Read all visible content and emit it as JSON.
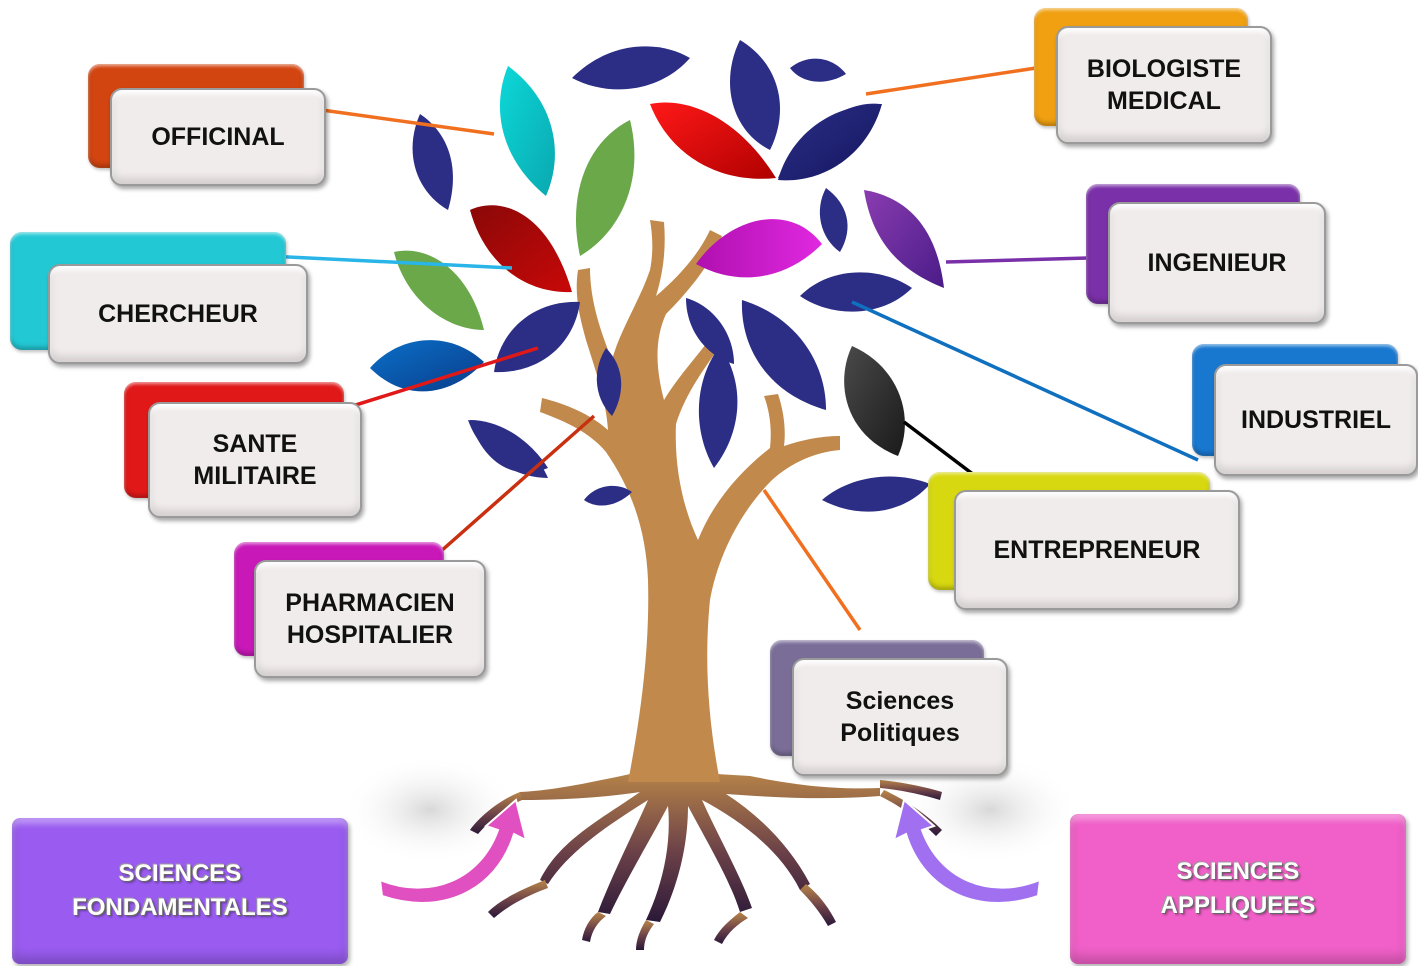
{
  "nodes": {
    "officinal": {
      "line1": "OFFICINAL",
      "line2": "",
      "color": "#d24410",
      "connector": "#f07020"
    },
    "chercheur": {
      "line1": "CHERCHEUR",
      "line2": "",
      "color": "#22c8d4",
      "connector": "#29b5e8"
    },
    "sante": {
      "line1": "SANTE",
      "line2": "MILITAIRE",
      "color": "#e01818",
      "connector": "#e01818"
    },
    "pharmacien": {
      "line1": "PHARMACIEN",
      "line2": "HOSPITALIER",
      "color": "#c818b8",
      "connector": "#c83010"
    },
    "biologiste": {
      "line1": "BIOLOGISTE",
      "line2": "MEDICAL",
      "color": "#f0a010",
      "connector": "#f07020"
    },
    "ingenieur": {
      "line1": "INGENIEUR",
      "line2": "",
      "color": "#7a30a8",
      "connector": "#7a30a8"
    },
    "industriel": {
      "line1": "INDUSTRIEL",
      "line2": "",
      "color": "#1878d0",
      "connector": "#1070c0"
    },
    "entrepreneur": {
      "line1": "ENTREPRENEUR",
      "line2": "",
      "color": "#d8d810",
      "connector": "#000000"
    },
    "sciences_pol": {
      "line1": "Sciences",
      "line2": "Politiques",
      "color": "#7a6e98",
      "connector": "#f07020"
    }
  },
  "bases": {
    "fondamentales": {
      "line1": "SCIENCES",
      "line2": "FONDAMENTALES",
      "color": "#9a5cf0",
      "arrow": "#e050c0"
    },
    "appliquees": {
      "line1": "SCIENCES",
      "line2": "APPLIQUEES",
      "color": "#f060c8",
      "arrow": "#a070f0"
    }
  },
  "colors": {
    "trunk": "#c18a4c",
    "leaf_navy": "#2c2e86",
    "root_dark": "#3c2040"
  }
}
